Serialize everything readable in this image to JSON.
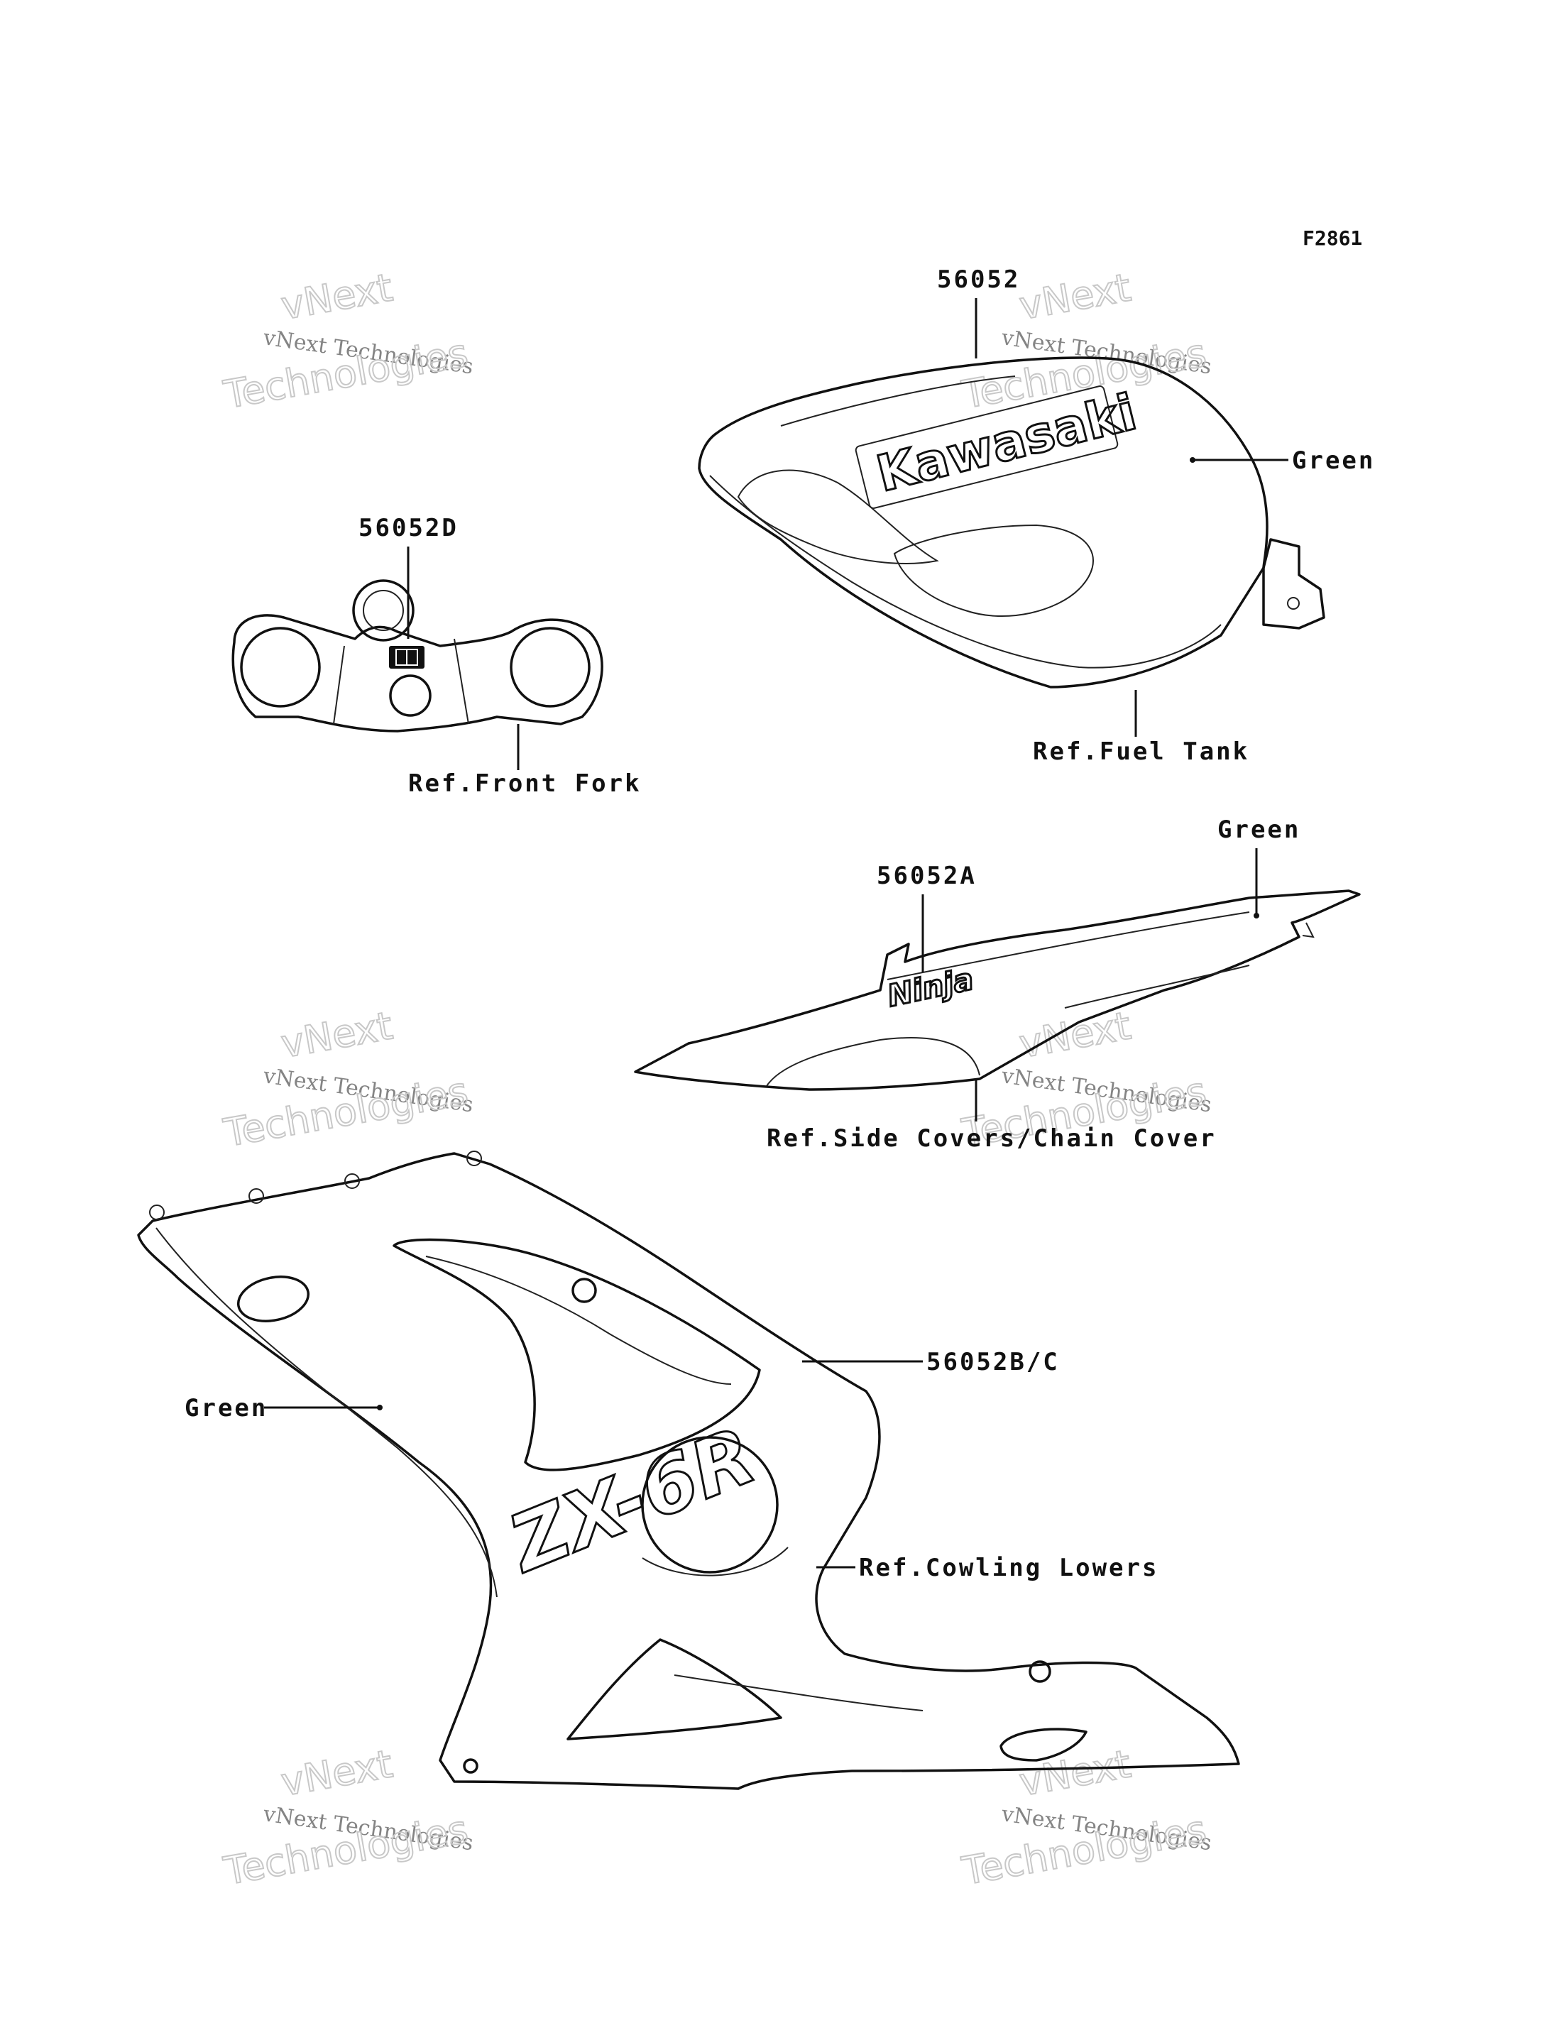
{
  "figure_code": "F2861",
  "labels": {
    "tank_part": "56052",
    "tank_color": "Green",
    "tank_ref": "Ref.Fuel Tank",
    "fork_part": "56052D",
    "fork_ref": "Ref.Front Fork",
    "side_part": "56052A",
    "side_color": "Green",
    "side_ref": "Ref.Side Covers/Chain Cover",
    "cowl_part": "56052B/C",
    "cowl_color": "Green",
    "cowl_ref": "Ref.Cowling Lowers"
  },
  "decal_text": {
    "tank_logo": "Kawasaki",
    "side_logo": "Ninja",
    "cowl_logo": "ZX-6R"
  },
  "watermark": {
    "brand": "vNext",
    "line": "vNext Technologies",
    "word": "Technologies"
  }
}
